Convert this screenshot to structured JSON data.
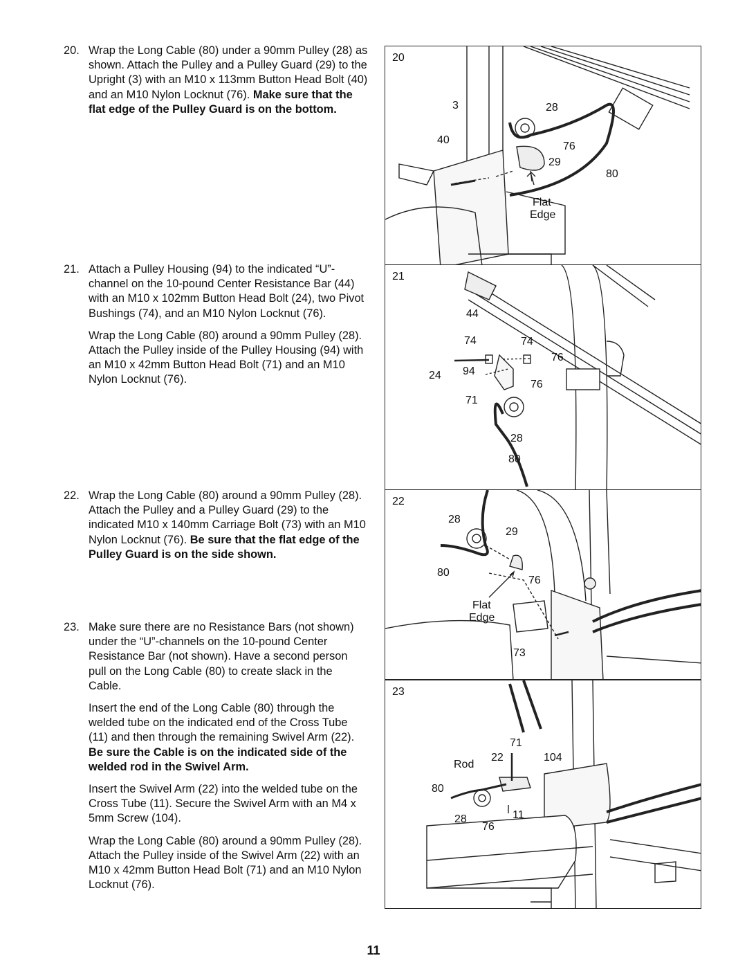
{
  "page_number": "11",
  "steps": [
    {
      "number": "20.",
      "paragraphs": [
        {
          "text": "Wrap the Long Cable (80) under a 90mm Pulley (28) as shown. Attach the Pulley and a Pulley Guard (29) to the Upright (3) with an M10 x 113mm Button Head Bolt (40) and an M10 Nylon Locknut (76). ",
          "bold": "Make sure that the flat edge of the Pulley Guard is on the bottom."
        }
      ]
    },
    {
      "number": "21.",
      "paragraphs": [
        {
          "text": "Attach a Pulley Housing (94) to the indicated “U”-channel on the 10-pound Center Resistance Bar (44) with an M10 x 102mm Button Head Bolt (24), two Pivot Bushings (74), and an M10 Nylon Locknut (76).",
          "bold": ""
        },
        {
          "text": "Wrap the Long Cable (80) around a 90mm Pulley (28). Attach the Pulley inside of the Pulley Housing (94) with an M10 x 42mm Button Head Bolt (71) and an M10 Nylon Locknut (76).",
          "bold": ""
        }
      ]
    },
    {
      "number": "22.",
      "paragraphs": [
        {
          "text": "Wrap the Long Cable (80) around a 90mm Pulley (28). Attach the Pulley and a Pulley Guard (29) to the indicated M10 x 140mm Carriage Bolt (73) with an M10 Nylon Locknut (76). ",
          "bold": "Be sure that the flat edge of the Pulley Guard is on the side shown."
        }
      ]
    },
    {
      "number": "23.",
      "paragraphs": [
        {
          "text": "Make sure there are no Resistance Bars (not shown) under the “U”-channels on the 10-pound Center Resistance Bar (not shown). Have a second person pull on the Long Cable (80) to create slack in the Cable.",
          "bold": ""
        },
        {
          "text": "Insert the end of the Long Cable (80) through the welded tube on the indicated end of the Cross Tube (11) and then through the remaining Swivel Arm (22). ",
          "bold": "Be sure the Cable is on the indicated side of the welded rod in the Swivel Arm."
        },
        {
          "text": "Insert the Swivel Arm (22) into the welded tube on the Cross Tube (11). Secure the Swivel Arm with an M4 x 5mm Screw (104).",
          "bold": ""
        },
        {
          "text": "Wrap the Long Cable (80) around a 90mm Pulley (28). Attach the Pulley inside of the Swivel Arm (22) with an M10 x 42mm Button Head Bolt (71) and an M10 Nylon Locknut (76).",
          "bold": ""
        }
      ]
    }
  ],
  "figures": [
    {
      "number": "20",
      "labels": [
        "3",
        "28",
        "40",
        "76",
        "29",
        "80",
        "Flat",
        "Edge"
      ]
    },
    {
      "number": "21",
      "labels": [
        "44",
        "74",
        "74",
        "76",
        "24",
        "94",
        "76",
        "71",
        "28",
        "80"
      ]
    },
    {
      "number": "22",
      "labels": [
        "28",
        "29",
        "80",
        "76",
        "Flat",
        "Edge",
        "73"
      ]
    },
    {
      "number": "23",
      "labels": [
        "71",
        "Rod",
        "22",
        "104",
        "80",
        "28",
        "76",
        "11"
      ]
    }
  ]
}
